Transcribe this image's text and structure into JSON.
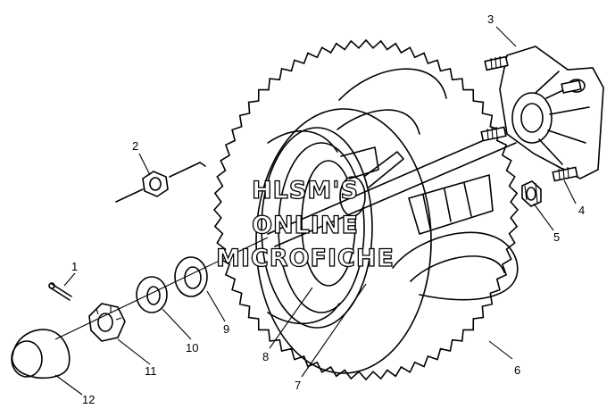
{
  "diagram": {
    "callouts": [
      {
        "id": "1",
        "text": "1"
      },
      {
        "id": "2",
        "text": "2"
      },
      {
        "id": "3",
        "text": "3"
      },
      {
        "id": "4",
        "text": "4"
      },
      {
        "id": "5",
        "text": "5"
      },
      {
        "id": "6",
        "text": "6"
      },
      {
        "id": "7",
        "text": "7"
      },
      {
        "id": "8",
        "text": "8"
      },
      {
        "id": "9",
        "text": "9"
      },
      {
        "id": "10",
        "text": "10"
      },
      {
        "id": "11",
        "text": "11"
      },
      {
        "id": "12",
        "text": "12"
      }
    ],
    "watermark": {
      "line1": "HLSM'S",
      "line2": "ONLINE",
      "line3": "MICROFICHE"
    }
  }
}
